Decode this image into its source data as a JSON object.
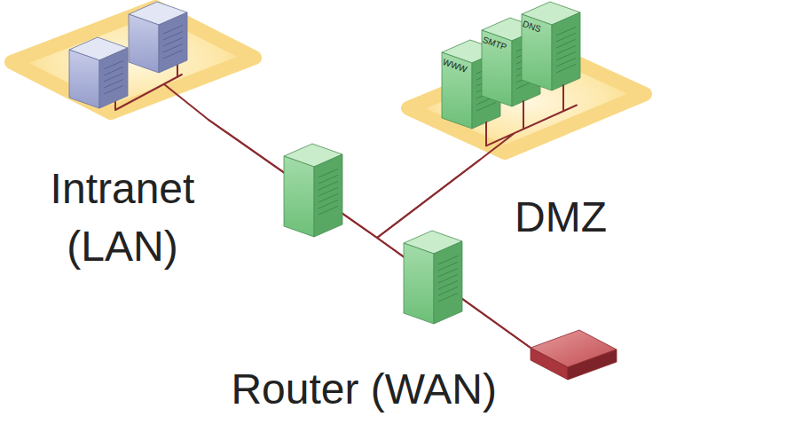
{
  "diagram": {
    "nodes": [
      {
        "text": [
          "Intranet (LAN)"
        ]
      },
      {
        "text": [
          "DMZ"
        ]
      },
      {
        "text": [
          "WWW"
        ],
        "in": 1
      },
      {
        "text": [
          "SMTP"
        ],
        "in": 1
      },
      {
        "text": [
          "DNS"
        ],
        "in": 1
      },
      {
        "text": [
          "Router (WAN)"
        ]
      }
    ],
    "edges": [
      {
        "from": 0,
        "to": 1,
        "arrow": "none"
      },
      {
        "from": 0,
        "to": 5,
        "arrow": "none"
      },
      {
        "from": 1,
        "to": 5,
        "arrow": "none"
      }
    ]
  }
}
